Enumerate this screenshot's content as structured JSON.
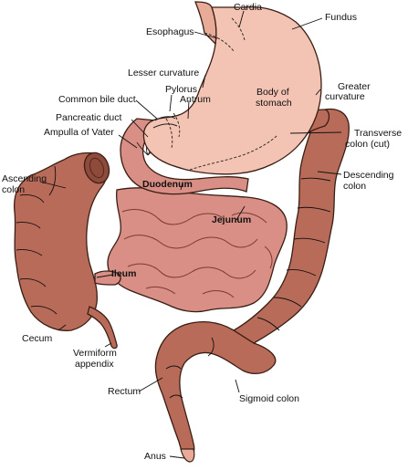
{
  "colors": {
    "stomach": "#f3c3b3",
    "stomach_shade": "#e8ab98",
    "small_intestine": "#d98f85",
    "small_intestine_dark": "#c27468",
    "colon": "#b86b58",
    "colon_dark": "#8e4a3a",
    "outline": "#3a1e14"
  },
  "labels": {
    "cardia": "Cardia",
    "fundus": "Fundus",
    "esophagus": "Esophagus",
    "lesser_curvature": "Lesser curvature",
    "pylorus": "Pylorus",
    "antrum": "Antrum",
    "body_of_stomach_1": "Body of",
    "body_of_stomach_2": "stomach",
    "greater_curvature_1": "Greater",
    "greater_curvature_2": "curvature",
    "common_bile_duct": "Common bile duct",
    "pancreatic_duct": "Pancreatic duct",
    "ampulla_of_vater": "Ampulla of Vater",
    "transverse_colon_1": "Transverse",
    "transverse_colon_2": "colon (cut)",
    "ascending_colon_1": "Ascending",
    "ascending_colon_2": "colon",
    "duodenum": "Duodenum",
    "descending_colon_1": "Descending",
    "descending_colon_2": "colon",
    "jejunum": "Jejunum",
    "ileum": "Ileum",
    "cecum": "Cecum",
    "vermiform_appendix_1": "Vermiform",
    "vermiform_appendix_2": "appendix",
    "rectum": "Rectum",
    "sigmoid_colon": "Sigmoid colon",
    "anus": "Anus"
  }
}
